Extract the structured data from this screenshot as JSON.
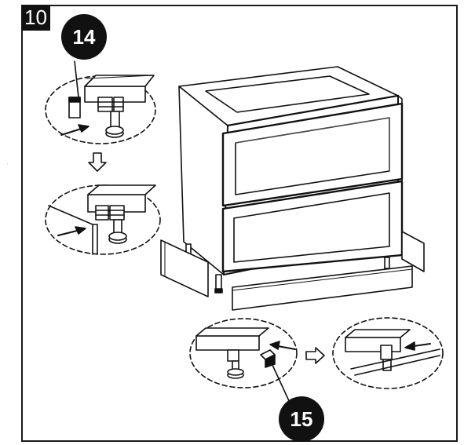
{
  "step_number": "10",
  "callouts": {
    "part_a": "14",
    "part_b": "15"
  },
  "edge_text": "e",
  "colors": {
    "ink": "#111111",
    "fill": "#ffffff"
  }
}
